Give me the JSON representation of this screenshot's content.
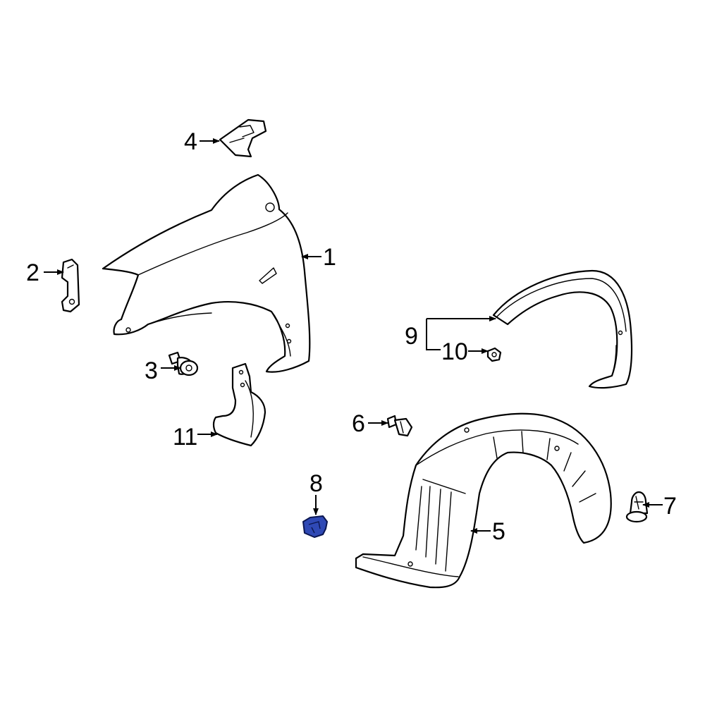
{
  "diagram": {
    "callouts": {
      "c1": "1",
      "c2": "2",
      "c3": "3",
      "c4": "4",
      "c5": "5",
      "c6": "6",
      "c7": "7",
      "c8": "8",
      "c9": "9",
      "c10": "10",
      "c11": "11"
    },
    "colors": {
      "highlight": "#2f49b5",
      "line": "#000000",
      "background": "#ffffff"
    }
  }
}
